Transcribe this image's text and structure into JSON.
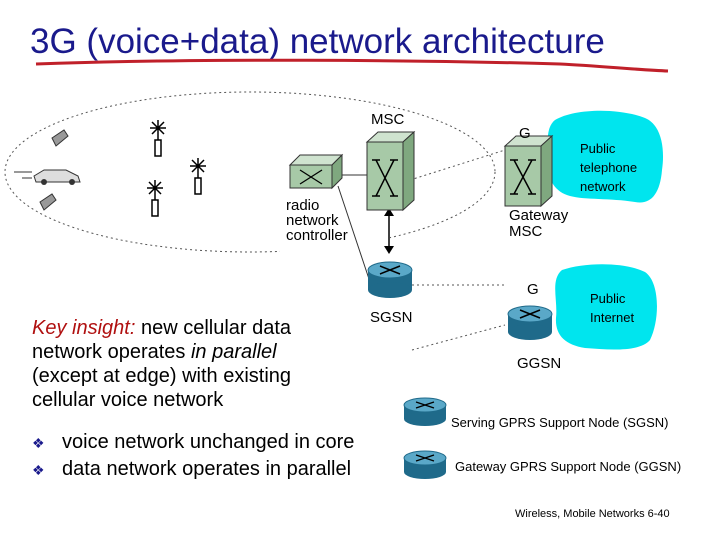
{
  "title": "3G (voice+data) network architecture",
  "nodes": {
    "msc": "MSC",
    "g_top": "G",
    "gateway_msc_1": "Gateway",
    "gateway_msc_2": "MSC",
    "rnc_1": "radio",
    "rnc_2": "network",
    "rnc_3": "controller",
    "pstn_1": "Public",
    "pstn_2": "telephone",
    "pstn_3": "network",
    "g_bottom": "G",
    "sgsn": "SGSN",
    "ggsn": "GGSN",
    "internet_1": "Public",
    "internet_2": "Internet"
  },
  "key": {
    "lead": "Key insight:",
    "line1_rest": " new cellular data",
    "line2_a": "network operates ",
    "line2_b": "in parallel",
    "line3": "(except at edge) with existing",
    "line4": "cellular voice network",
    "bullets": [
      "voice network unchanged in core",
      "data network operates in parallel"
    ]
  },
  "legend": {
    "sgsn": "Serving GPRS Support Node (SGSN)",
    "ggsn": "Gateway GPRS Support Node (GGSN)"
  },
  "footer": "Wireless, Mobile Networks 6-40",
  "colors": {
    "title": "#1a1a8c",
    "underline": "#c0202a",
    "cloud": "#00e5ee",
    "switch": "#a7c9a7",
    "router": "#1f6a8a",
    "key_lead": "#b01010"
  }
}
